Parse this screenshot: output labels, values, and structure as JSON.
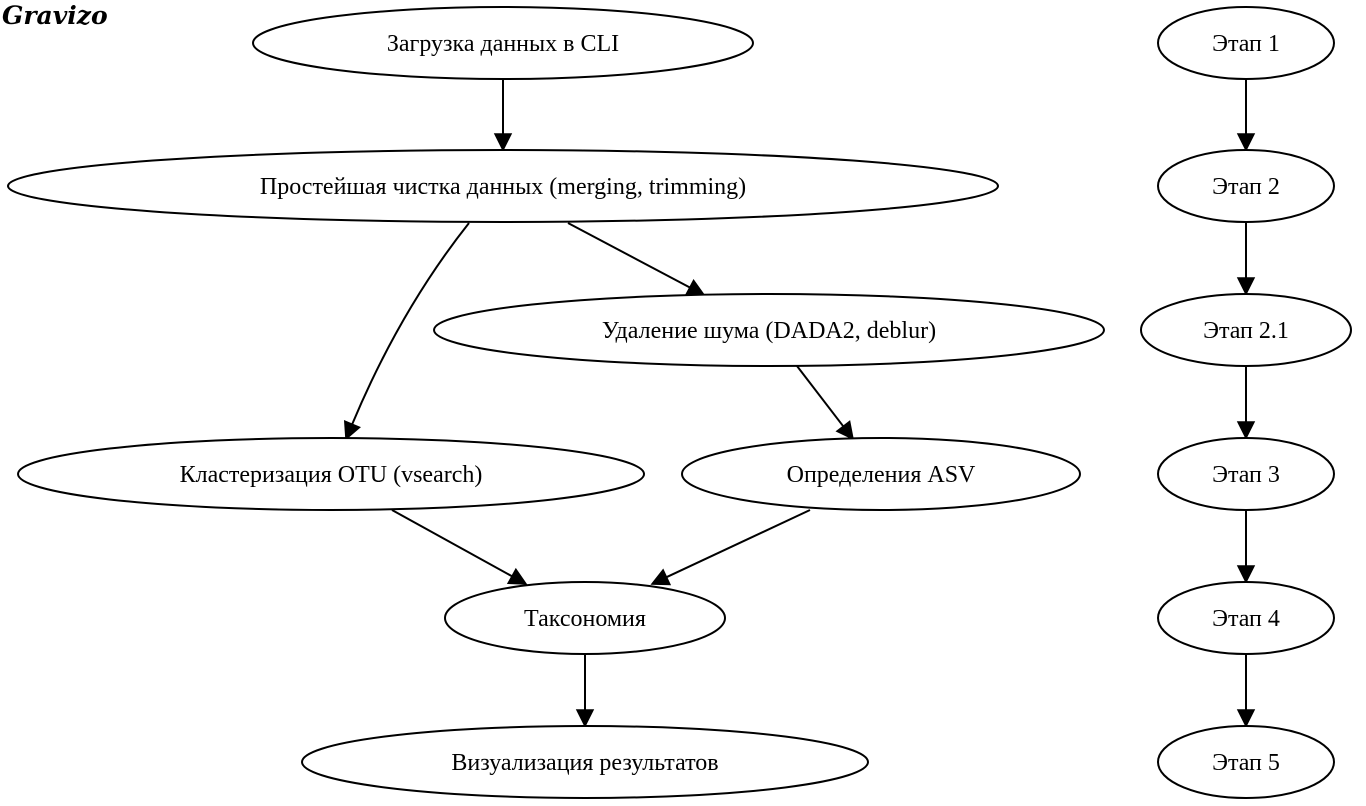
{
  "logo": "Gravizo",
  "nodes": {
    "load": "Загрузка данных  в CLI",
    "clean": "Простейшая чистка данных (merging, trimming)",
    "denoise": "Удаление шума (DADA2, deblur)",
    "otu": "Кластеризация OTU (vsearch)",
    "asv": "Определения ASV",
    "taxonomy": "Таксономия",
    "viz": "Визуализация результатов",
    "stage1": "Этап 1",
    "stage2": "Этап 2",
    "stage21": "Этап 2.1",
    "stage3": "Этап 3",
    "stage4": "Этап 4",
    "stage5": "Этап 5"
  },
  "edges": [
    {
      "from": "load",
      "to": "clean"
    },
    {
      "from": "clean",
      "to": "denoise"
    },
    {
      "from": "clean",
      "to": "otu"
    },
    {
      "from": "denoise",
      "to": "asv"
    },
    {
      "from": "otu",
      "to": "taxonomy"
    },
    {
      "from": "asv",
      "to": "taxonomy"
    },
    {
      "from": "taxonomy",
      "to": "viz"
    },
    {
      "from": "stage1",
      "to": "stage2"
    },
    {
      "from": "stage2",
      "to": "stage21"
    },
    {
      "from": "stage21",
      "to": "stage3"
    },
    {
      "from": "stage3",
      "to": "stage4"
    },
    {
      "from": "stage4",
      "to": "stage5"
    }
  ]
}
